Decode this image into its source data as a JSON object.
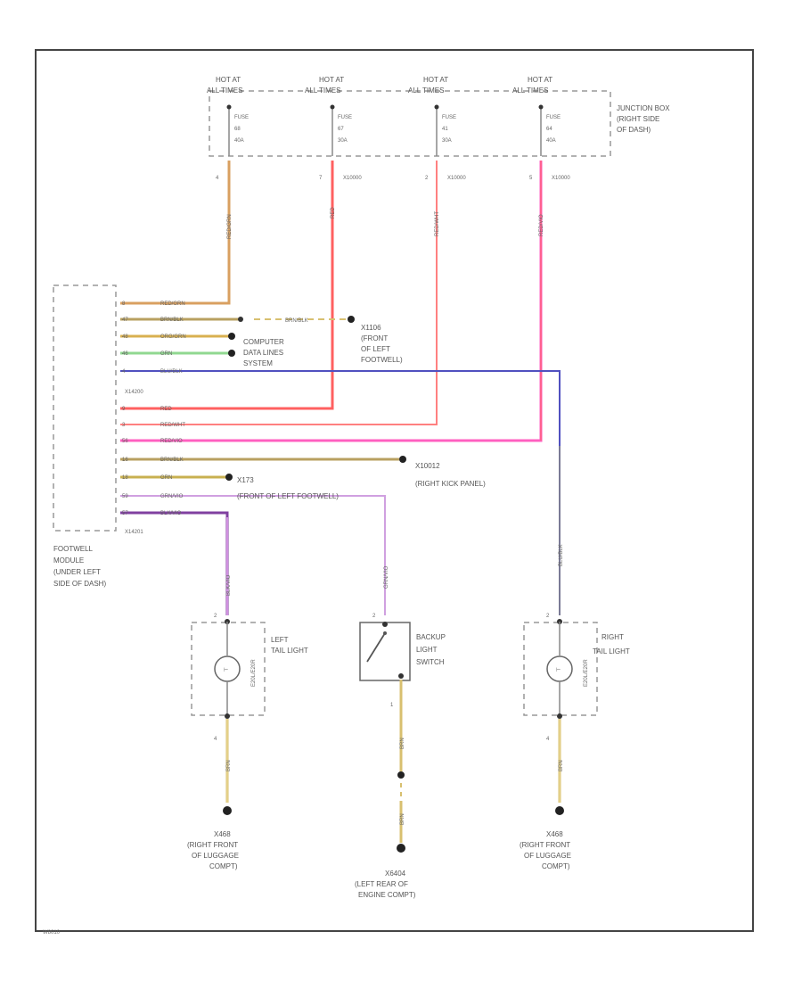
{
  "junction_box": {
    "label_lines": [
      "JUNCTION BOX",
      "(RIGHT SIDE",
      "OF DASH)"
    ],
    "fuses": [
      {
        "hot_line1": "HOT AT",
        "hot_line2": "ALL TIMES",
        "fuse_line1": "FUSE",
        "fuse_line2": "68",
        "fuse_line3": "40A",
        "pin": "4",
        "connector": "",
        "wire": "RED/GRN"
      },
      {
        "hot_line1": "HOT AT",
        "hot_line2": "ALL TIMES",
        "fuse_line1": "FUSE",
        "fuse_line2": "67",
        "fuse_line3": "30A",
        "pin": "7",
        "connector": "X10000",
        "wire": "RED"
      },
      {
        "hot_line1": "HOT AT",
        "hot_line2": "ALL TIMES",
        "fuse_line1": "FUSE",
        "fuse_line2": "41",
        "fuse_line3": "30A",
        "pin": "2",
        "connector": "X10000",
        "wire": "RED/WHT"
      },
      {
        "hot_line1": "HOT AT",
        "hot_line2": "ALL TIMES",
        "fuse_line1": "FUSE",
        "fuse_line2": "64",
        "fuse_line3": "40A",
        "pin": "5",
        "connector": "X10000",
        "wire": "RED/VIO"
      }
    ]
  },
  "module": {
    "label_lines": [
      "FOOTWELL",
      "MODULE",
      "(UNDER LEFT",
      "SIDE OF DASH)"
    ],
    "connector_top": "X14200",
    "connector_bottom": "X14201",
    "pins": [
      {
        "pin": "8",
        "wire": "RED/GRN",
        "color": "#d9a060"
      },
      {
        "pin": "47",
        "wire": "BRN/BLK",
        "color": "#b8a060"
      },
      {
        "pin": "48",
        "wire": "ORG/GRN",
        "color": "#d8b050"
      },
      {
        "pin": "46",
        "wire": "GRN",
        "color": "#90d890"
      },
      {
        "pin": "4",
        "wire": "BLU/BLK",
        "color": "#5050c0"
      },
      {
        "pin": "9",
        "wire": "RED",
        "color": "#ff6060"
      },
      {
        "pin": "3",
        "wire": "RED/WHT",
        "color": "#ff7070"
      },
      {
        "pin": "56",
        "wire": "RED/VIO",
        "color": "#ff60c0"
      },
      {
        "pin": "16",
        "wire": "BRN/BLK",
        "color": "#b8a060"
      },
      {
        "pin": "18",
        "wire": "GRN",
        "color": "#c8b050"
      },
      {
        "pin": "59",
        "wire": "GRN/VIO",
        "color": "#d0a0e0"
      },
      {
        "pin": "57",
        "wire": "BLK/VIO",
        "color": "#8040a0"
      }
    ]
  },
  "annotations": {
    "x1106": [
      "X1106",
      "(FRONT",
      "OF LEFT",
      "FOOTWELL)"
    ],
    "x1106_wire": "BRN/BLK",
    "computer_data": [
      "COMPUTER",
      "DATA LINES",
      "SYSTEM"
    ],
    "x10012": [
      "X10012",
      "(RIGHT KICK PANEL)"
    ],
    "x173": [
      "X173",
      "(FRONT OF LEFT FOOTWELL)"
    ]
  },
  "left_tail": {
    "label_lines": [
      "LEFT",
      "TAIL LIGHT"
    ],
    "side_label": "E20L/E20R",
    "pin_top": "2",
    "pin_bottom": "4",
    "wire_top": "BLK/VIO",
    "wire_bottom": "BRN",
    "ground_lines": [
      "X468",
      "(RIGHT FRONT",
      "OF LUGGAGE",
      "COMPT)"
    ]
  },
  "backup_switch": {
    "label_lines": [
      "BACKUP",
      "LIGHT",
      "SWITCH"
    ],
    "pin_top": "2",
    "pin_bottom": "1",
    "wire_top": "GRN/VIO",
    "wire_bottom": "BRN",
    "wire_bottom2": "BRN",
    "ground_lines": [
      "X6404",
      "(LEFT REAR OF",
      "ENGINE COMPT)"
    ]
  },
  "right_tail": {
    "label_lines": [
      "RIGHT",
      "TAIL LIGHT"
    ],
    "side_label": "E20L/E20R",
    "pin_top": "2",
    "pin_bottom": "4",
    "wire_top": "BLU/BLK",
    "wire_bottom": "BRN",
    "ground_lines": [
      "X468",
      "(RIGHT FRONT",
      "OF LUGGAGE",
      "COMPT)"
    ]
  },
  "footer_code": "W8010"
}
